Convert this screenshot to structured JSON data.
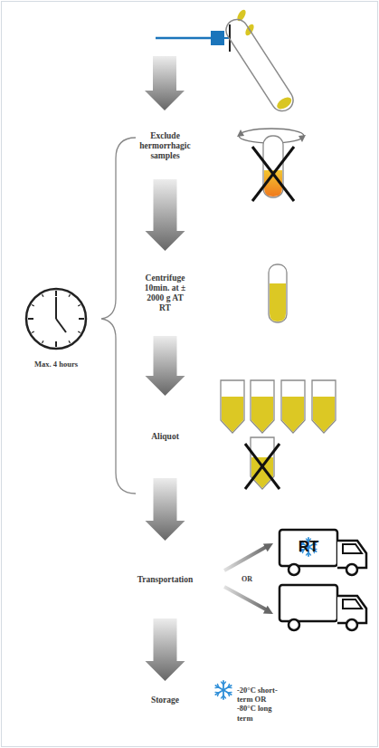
{
  "diagram": {
    "nodes": [
      {
        "text": [
          "Exclude hermorrhagic samples"
        ]
      },
      {
        "text": [
          "Centrifuge 10min. at ± 2000 g AT RT"
        ]
      },
      {
        "text": [
          "Aliquot"
        ]
      },
      {
        "text": [
          "Transportation"
        ]
      },
      {
        "text": [
          "Storage"
        ]
      }
    ],
    "edges": [
      {
        "from": 0,
        "to": 1,
        "arrow": "to"
      },
      {
        "from": 1,
        "to": 2,
        "arrow": "to"
      },
      {
        "from": 2,
        "to": 3,
        "arrow": "to"
      },
      {
        "from": 3,
        "to": 4,
        "arrow": "to"
      }
    ],
    "labels": [
      "Max. 4 hours",
      "RT",
      "OR",
      "-20°C short-term OR -80°C long term"
    ]
  }
}
